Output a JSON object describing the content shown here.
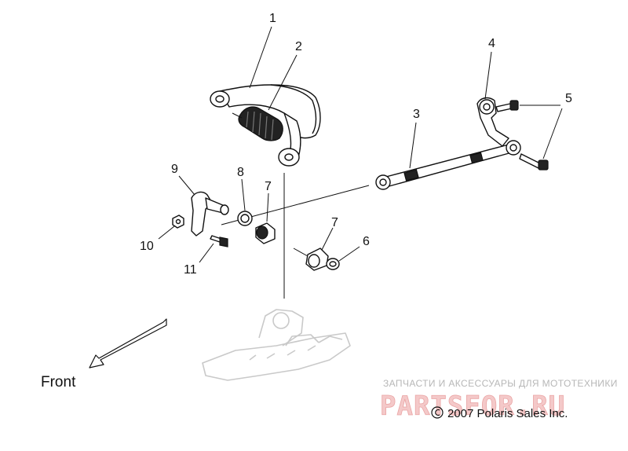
{
  "callouts": [
    "1",
    "2",
    "3",
    "4",
    "5",
    "6",
    "7",
    "7",
    "8",
    "9",
    "10",
    "11"
  ],
  "front_label": "Front",
  "watermark": {
    "tagline": "ЗАПЧАСТИ И АКСЕССУАРЫ ДЛЯ МОТОТЕХНИКИ",
    "logo_text": "PARTSFOR.RU"
  },
  "copyright": "2007 Polaris Sales Inc."
}
